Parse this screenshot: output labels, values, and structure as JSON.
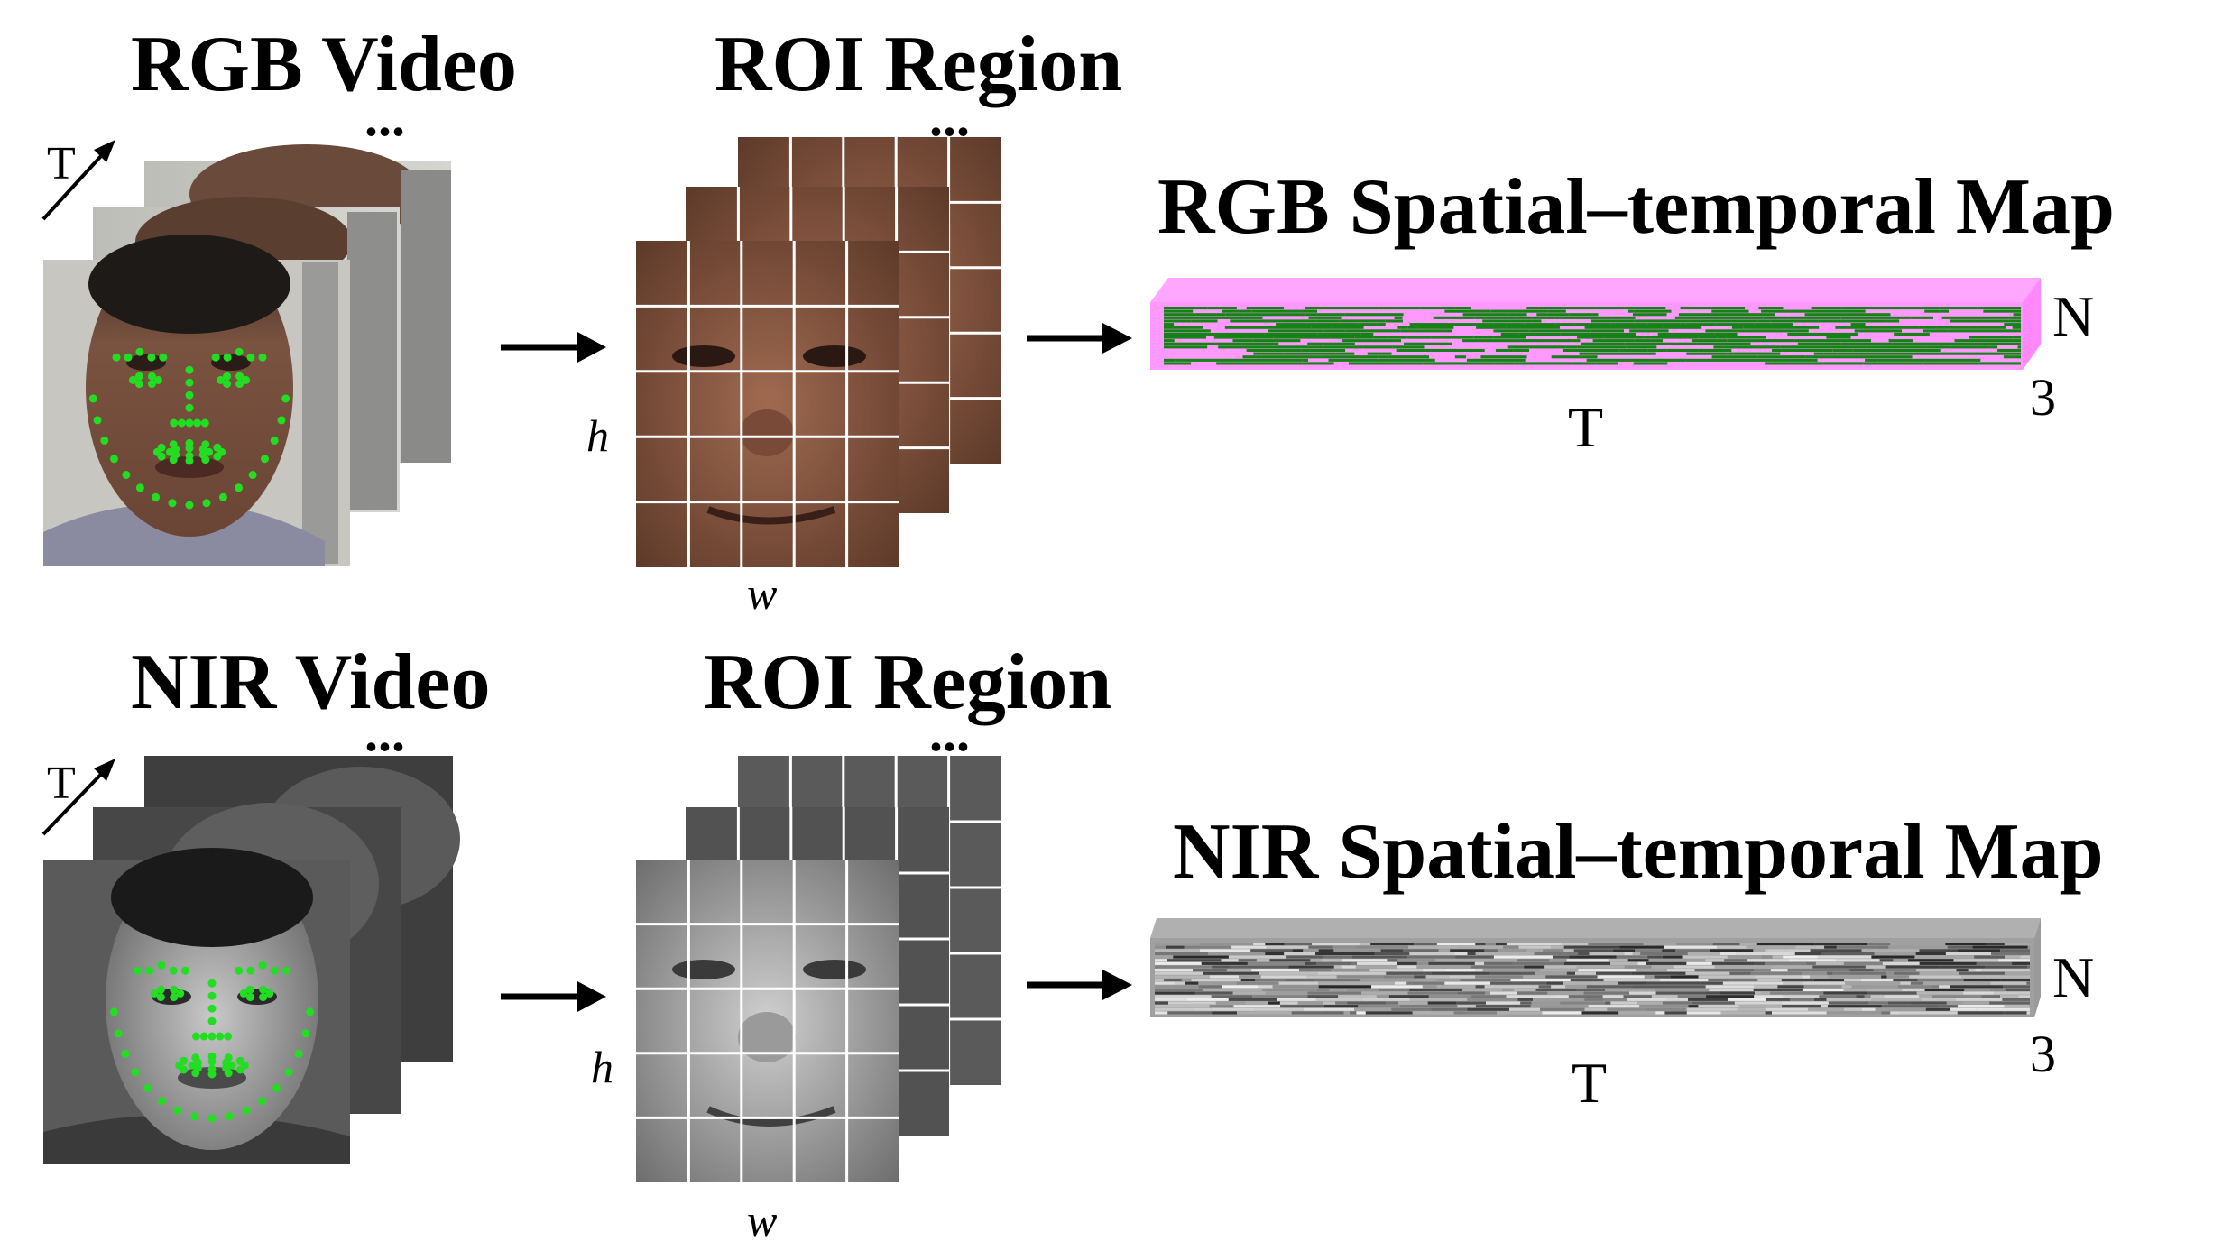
{
  "rgb_row": {
    "video_title": "RGB Video",
    "roi_title": "ROI Region",
    "map_title": "RGB Spatial–temporal Map",
    "time_axis": "T",
    "ellipsis": "...",
    "roi_height": "h",
    "roi_width": "w",
    "map_T": "T",
    "map_N": "N",
    "map_3": "3"
  },
  "nir_row": {
    "video_title": "NIR Video",
    "roi_title": "ROI Region",
    "map_title": "NIR Spatial–temporal Map",
    "time_axis": "T",
    "ellipsis": "...",
    "roi_height": "h",
    "roi_width": "w",
    "map_T": "T",
    "map_N": "N",
    "map_3": "3"
  },
  "colors": {
    "landmark": "#22dd22",
    "rgb_map_fill": "#ff99ff",
    "rgb_map_stripes": "#148214",
    "nir_map_fill": "#a0a0a0",
    "grid": "#ffffff",
    "arrow": "#000000"
  },
  "icons": {
    "face_frame": "face-photo-icon",
    "arrow": "right-arrow-icon",
    "time_arrow": "diagonal-arrow-icon"
  }
}
